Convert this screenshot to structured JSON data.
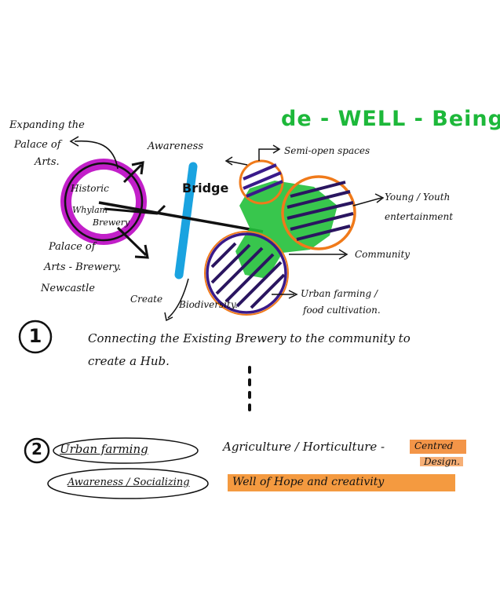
{
  "title": "de - WELL - Being",
  "labels": {
    "expanding_line1": "Expanding the",
    "expanding_line2": "Palace of",
    "expanding_line3": "Arts.",
    "historic": "Historic",
    "whylam": "Whylam",
    "brewery": "Brewery",
    "awareness": "Awareness",
    "bridge": "Bridge",
    "semi_open": "Semi-open spaces",
    "young_line1": "Young / Youth",
    "young_line2": "entertainment",
    "community": "Community",
    "urban_line1": "Urban farming /",
    "urban_line2": "food cultivation.",
    "palace_line1": "Palace of",
    "palace_line2": "Arts - Brewery.",
    "palace_line3": "Newcastle",
    "create": "Create",
    "biodiversity": "Biodiversity."
  },
  "steps": {
    "step1_number": "1",
    "step1_line1": "Connecting the Existing Brewery to the community to",
    "step1_line2": "create a Hub.",
    "step2_number": "2",
    "urban_farming": "Urban farming",
    "agriculture": "Agriculture / Horticulture -",
    "centered_line1": "Centred",
    "centered_line2": "Design.",
    "awareness_socializing": "Awareness / Socializing",
    "well_of_hope": "Well of Hope and creativity"
  },
  "colors": {
    "ink": "#111111",
    "green": "#1db83a",
    "magenta": "#c21fc9",
    "cyan": "#1aa3e0",
    "orange": "#f07a1a",
    "purple": "#3a1a8a",
    "highlight": "#f2a13a"
  }
}
